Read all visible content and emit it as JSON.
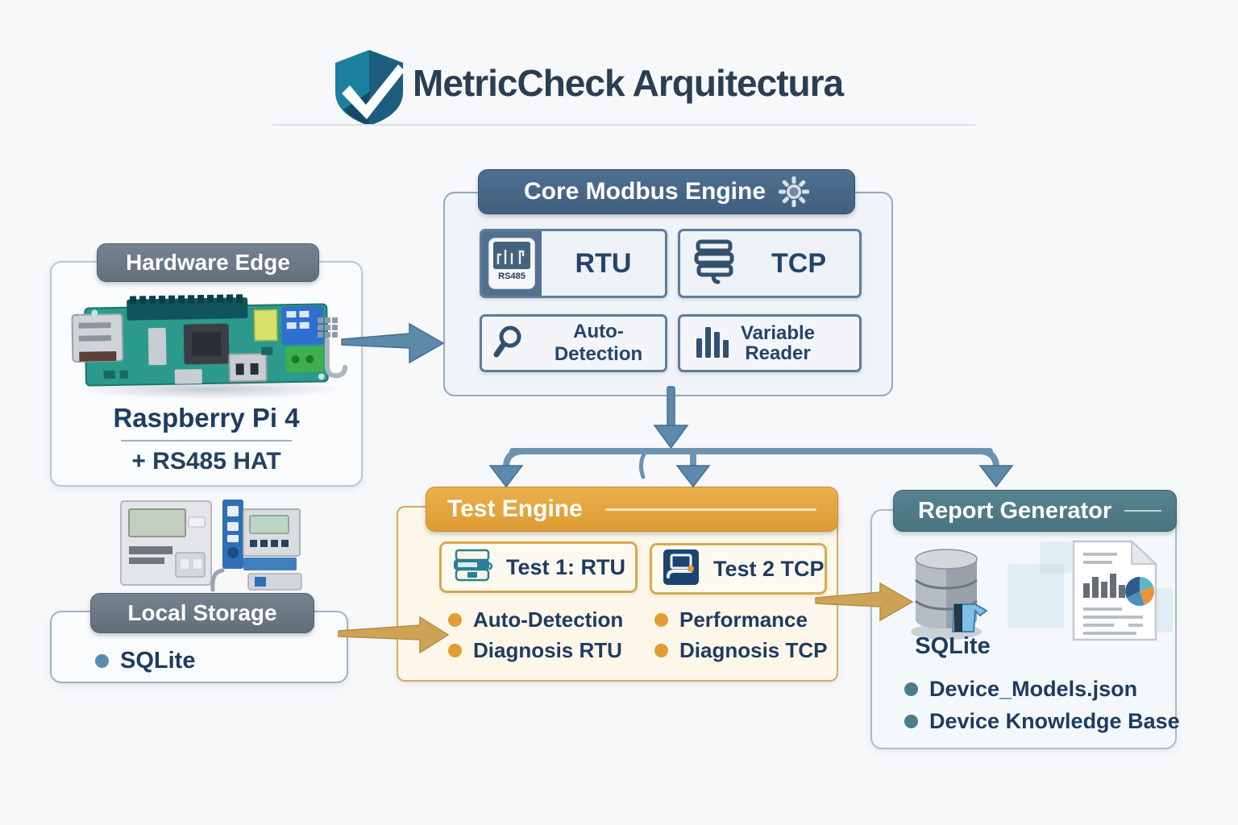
{
  "header": {
    "title": "MetricCheck Arquitectura"
  },
  "core_engine": {
    "title": "Core Modbus Engine",
    "modules": [
      {
        "label": "RTU",
        "icon": "rs485-module-icon",
        "caption": "RS485"
      },
      {
        "label": "TCP",
        "icon": "network-stack-icon"
      },
      {
        "label": "Auto-Detection",
        "icon": "magnifier-icon"
      },
      {
        "label": "Variable Reader",
        "icon": "bar-chart-icon"
      }
    ]
  },
  "hardware_edge": {
    "title": "Hardware Edge",
    "device": "Raspberry Pi 4",
    "addon": "+ RS485 HAT"
  },
  "local_storage": {
    "title": "Local Storage",
    "items": [
      "SQLite"
    ]
  },
  "test_engine": {
    "title": "Test Engine",
    "tests": [
      {
        "label": "Test 1: RTU",
        "icon": "rtu-device-icon"
      },
      {
        "label": "Test 2 TCP",
        "icon": "tcp-monitor-icon"
      }
    ],
    "bullets_left": [
      "Auto-Detection",
      "Diagnosis RTU"
    ],
    "bullets_right": [
      "Performance",
      "Diagnosis TCP"
    ]
  },
  "report_generator": {
    "title": "Report Generator",
    "db_label": "SQLite",
    "bullets": [
      "Device_Models.json",
      "Device Knowledge Base"
    ]
  },
  "colors": {
    "core_header": "#466788",
    "grey_header": "#6e7a87",
    "orange_header": "#e3a63f",
    "teal_header": "#4e7d8a",
    "arrow_blue": "#5d89aa",
    "arrow_gold": "#cda355",
    "bullet_orange": "#e29d35",
    "bullet_teal": "#4e7d8a",
    "bullet_blue": "#5b8cab",
    "text_navy": "#1f3c60"
  }
}
